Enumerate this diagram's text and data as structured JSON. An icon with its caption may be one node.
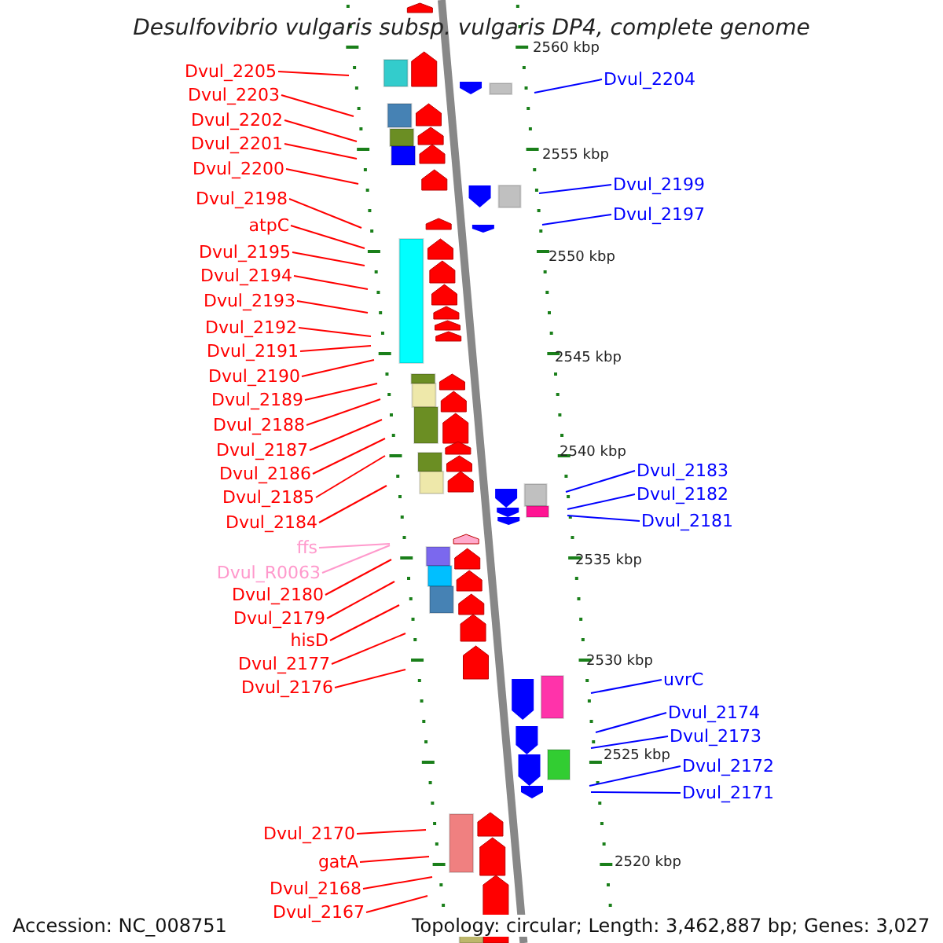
{
  "diagram": {
    "title": "Desulfovibrio vulgaris subsp. vulgaris DP4, complete genome",
    "nodes": [
      {
        "text": [
          "Dvul_2205"
        ]
      },
      {
        "text": [
          "Dvul_2203"
        ]
      },
      {
        "text": [
          "Dvul_2202"
        ]
      },
      {
        "text": [
          "Dvul_2201"
        ]
      },
      {
        "text": [
          "Dvul_2200"
        ]
      },
      {
        "text": [
          "Dvul_2198"
        ]
      },
      {
        "text": [
          "atpC"
        ]
      },
      {
        "text": [
          "Dvul_2195"
        ]
      },
      {
        "text": [
          "Dvul_2194"
        ]
      },
      {
        "text": [
          "Dvul_2193"
        ]
      },
      {
        "text": [
          "Dvul_2192"
        ]
      },
      {
        "text": [
          "Dvul_2191"
        ]
      },
      {
        "text": [
          "Dvul_2190"
        ]
      },
      {
        "text": [
          "Dvul_2189"
        ]
      },
      {
        "text": [
          "Dvul_2188"
        ]
      },
      {
        "text": [
          "Dvul_2187"
        ]
      },
      {
        "text": [
          "Dvul_2186"
        ]
      },
      {
        "text": [
          "Dvul_2185"
        ]
      },
      {
        "text": [
          "Dvul_2184"
        ]
      },
      {
        "text": [
          "ffs"
        ]
      },
      {
        "text": [
          "Dvul_R0063"
        ]
      },
      {
        "text": [
          "Dvul_2180"
        ]
      },
      {
        "text": [
          "Dvul_2179"
        ]
      },
      {
        "text": [
          "hisD"
        ]
      },
      {
        "text": [
          "Dvul_2177"
        ]
      },
      {
        "text": [
          "Dvul_2176"
        ]
      },
      {
        "text": [
          "Dvul_2170"
        ]
      },
      {
        "text": [
          "gatA"
        ]
      },
      {
        "text": [
          "Dvul_2168"
        ]
      },
      {
        "text": [
          "Dvul_2167"
        ]
      },
      {
        "text": [
          "Dvul_2204"
        ]
      },
      {
        "text": [
          "Dvul_2199"
        ]
      },
      {
        "text": [
          "Dvul_2197"
        ]
      },
      {
        "text": [
          "Dvul_2183"
        ]
      },
      {
        "text": [
          "Dvul_2182"
        ]
      },
      {
        "text": [
          "Dvul_2181"
        ]
      },
      {
        "text": [
          "uvrC"
        ]
      },
      {
        "text": [
          "Dvul_2174"
        ]
      },
      {
        "text": [
          "Dvul_2173"
        ]
      },
      {
        "text": [
          "Dvul_2172"
        ]
      },
      {
        "text": [
          "Dvul_2171"
        ]
      }
    ],
    "edges": [
      {
        "from": 0,
        "to": null,
        "arrow": "none"
      },
      {
        "from": 1,
        "to": null,
        "arrow": "none"
      },
      {
        "from": 2,
        "to": null,
        "arrow": "none"
      },
      {
        "from": 3,
        "to": null,
        "arrow": "none"
      },
      {
        "from": 4,
        "to": null,
        "arrow": "none"
      },
      {
        "from": 5,
        "to": null,
        "arrow": "none"
      },
      {
        "from": 6,
        "to": null,
        "arrow": "none"
      },
      {
        "from": 7,
        "to": null,
        "arrow": "none"
      },
      {
        "from": 8,
        "to": null,
        "arrow": "none"
      },
      {
        "from": 9,
        "to": null,
        "arrow": "none"
      },
      {
        "from": 10,
        "to": null,
        "arrow": "none"
      },
      {
        "from": 11,
        "to": null,
        "arrow": "none"
      },
      {
        "from": 12,
        "to": null,
        "arrow": "none"
      },
      {
        "from": 13,
        "to": null,
        "arrow": "none"
      },
      {
        "from": 14,
        "to": null,
        "arrow": "none"
      },
      {
        "from": 15,
        "to": null,
        "arrow": "none"
      },
      {
        "from": 16,
        "to": null,
        "arrow": "none"
      },
      {
        "from": 17,
        "to": null,
        "arrow": "none"
      },
      {
        "from": 18,
        "to": null,
        "arrow": "none"
      },
      {
        "from": 19,
        "to": null,
        "arrow": "none",
        "color": "#ff99cc"
      },
      {
        "from": 20,
        "to": null,
        "arrow": "none",
        "color": "#ff99cc"
      },
      {
        "from": 21,
        "to": null,
        "arrow": "none"
      },
      {
        "from": 22,
        "to": null,
        "arrow": "none"
      },
      {
        "from": 23,
        "to": null,
        "arrow": "none"
      },
      {
        "from": 24,
        "to": null,
        "arrow": "none"
      },
      {
        "from": 25,
        "to": null,
        "arrow": "none"
      },
      {
        "from": 26,
        "to": null,
        "arrow": "none"
      },
      {
        "from": 27,
        "to": null,
        "arrow": "none"
      },
      {
        "from": 28,
        "to": null,
        "arrow": "none"
      },
      {
        "from": 29,
        "to": null,
        "arrow": "none"
      },
      {
        "from": 30,
        "to": null,
        "arrow": "none",
        "color": "#0000ff"
      },
      {
        "from": 31,
        "to": null,
        "arrow": "none",
        "color": "#0000ff"
      },
      {
        "from": 32,
        "to": null,
        "arrow": "none",
        "color": "#0000ff"
      },
      {
        "from": 33,
        "to": null,
        "arrow": "none",
        "color": "#0000ff"
      },
      {
        "from": 34,
        "to": null,
        "arrow": "none",
        "color": "#0000ff"
      },
      {
        "from": 35,
        "to": null,
        "arrow": "none",
        "color": "#0000ff"
      },
      {
        "from": 36,
        "to": null,
        "arrow": "none",
        "color": "#0000ff"
      },
      {
        "from": 37,
        "to": null,
        "arrow": "none",
        "color": "#0000ff"
      },
      {
        "from": 38,
        "to": null,
        "arrow": "none",
        "color": "#0000ff"
      },
      {
        "from": 39,
        "to": null,
        "arrow": "none",
        "color": "#0000ff"
      },
      {
        "from": 40,
        "to": null,
        "arrow": "none",
        "color": "#0000ff"
      }
    ],
    "labels": [
      "2560 kbp",
      "2555 kbp",
      "2550 kbp",
      "2545 kbp",
      "2540 kbp",
      "2535 kbp",
      "2530 kbp",
      "2525 kbp",
      "2520 kbp",
      "Accession: NC_008751",
      "Topology: circular; Length: 3,462,887 bp; Genes: 3,027"
    ]
  }
}
